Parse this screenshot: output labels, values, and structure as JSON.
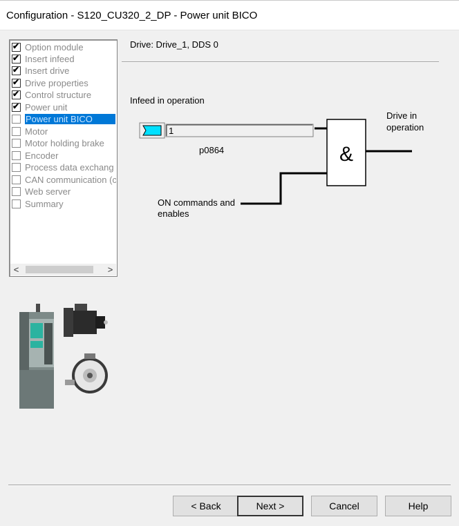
{
  "window": {
    "title": "Configuration - S120_CU320_2_DP - Power unit BICO"
  },
  "steps": [
    {
      "label": "Option module",
      "done": true
    },
    {
      "label": "Insert infeed",
      "done": true
    },
    {
      "label": "Insert drive",
      "done": true
    },
    {
      "label": "Drive properties",
      "done": true
    },
    {
      "label": "Control structure",
      "done": true
    },
    {
      "label": "Power unit",
      "done": true
    },
    {
      "label": "Power unit BICO",
      "done": false,
      "active": true
    },
    {
      "label": "Motor",
      "done": false
    },
    {
      "label": "Motor holding brake",
      "done": false
    },
    {
      "label": "Encoder",
      "done": false
    },
    {
      "label": "Process data exchang",
      "done": false
    },
    {
      "label": "CAN communication (c",
      "done": false
    },
    {
      "label": "Web server",
      "done": false
    },
    {
      "label": "Summary",
      "done": false
    }
  ],
  "main": {
    "drive_label": "Drive: Drive_1, DDS 0",
    "diagram": {
      "infeed_label": "Infeed in operation",
      "input_value": "1",
      "param": "p0864",
      "gate_symbol": "&",
      "output_label_1": "Drive in",
      "output_label_2": "operation",
      "on_label_1": "ON commands and",
      "on_label_2": "enables"
    }
  },
  "buttons": {
    "back": "< Back",
    "next": "Next >",
    "cancel": "Cancel",
    "help": "Help"
  },
  "colors": {
    "accent": "#0078d7",
    "connector_fill": "#00e0ff"
  }
}
